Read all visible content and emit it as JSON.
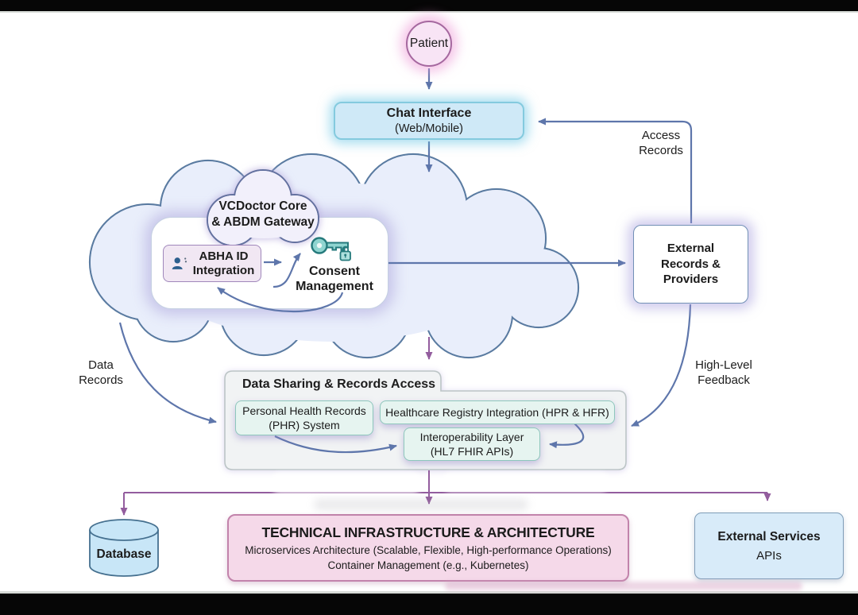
{
  "colors": {
    "arrow_blue": "#5e76ab",
    "arrow_purple": "#935d9e",
    "cloud_fill": "#e9eefb",
    "cloud_stroke": "#5a7ba1",
    "chat_fill": "#cfe9f7",
    "patient_fill": "#f8e4f5",
    "abha_fill": "#f1e7f3",
    "mint_fill": "#e6f4f0",
    "pink_fill": "#f5d9e9",
    "blue_box_fill": "#d8ebf9",
    "database_fill": "#c8e6f7"
  },
  "nodes": {
    "patient": {
      "label": "Patient"
    },
    "chat_interface": {
      "title": "Chat Interface",
      "subtitle": "(Web/Mobile)"
    },
    "vcdoctor": {
      "line1": "VCDoctor Core",
      "line2": "& ABDM Gateway"
    },
    "abha": {
      "line1": "ABHA ID",
      "line2": "Integration",
      "icon": "person-id-icon"
    },
    "consent": {
      "line1": "Consent",
      "line2": "Management",
      "icon": "key-lock-icon"
    },
    "external_records": {
      "line1": "External",
      "line2": "Records &",
      "line3": "Providers"
    },
    "data_sharing": {
      "title": "Data Sharing & Records Access",
      "phr": {
        "line1": "Personal Health Records",
        "line2": "(PHR) System"
      },
      "registry": {
        "label": "Healthcare Registry Integration (HPR & HFR)"
      },
      "interop": {
        "line1": "Interoperability Layer",
        "line2": "(HL7 FHIR APIs)"
      }
    },
    "database": {
      "label": "Database"
    },
    "tech_infra": {
      "title": "TECHNICAL INFRASTRUCTURE & ARCHITECTURE",
      "line1": "Microservices Architecture (Scalable, Flexible, High-performance Operations)",
      "line2": "Container Management (e.g., Kubernetes)"
    },
    "external_services": {
      "title": "External Services",
      "subtitle": "APIs"
    }
  },
  "edge_labels": {
    "access_records": {
      "line1": "Access",
      "line2": "Records"
    },
    "data_records": {
      "line1": "Data",
      "line2": "Records"
    },
    "high_level_feedback": {
      "line1": "High-Level",
      "line2": "Feedback"
    }
  }
}
